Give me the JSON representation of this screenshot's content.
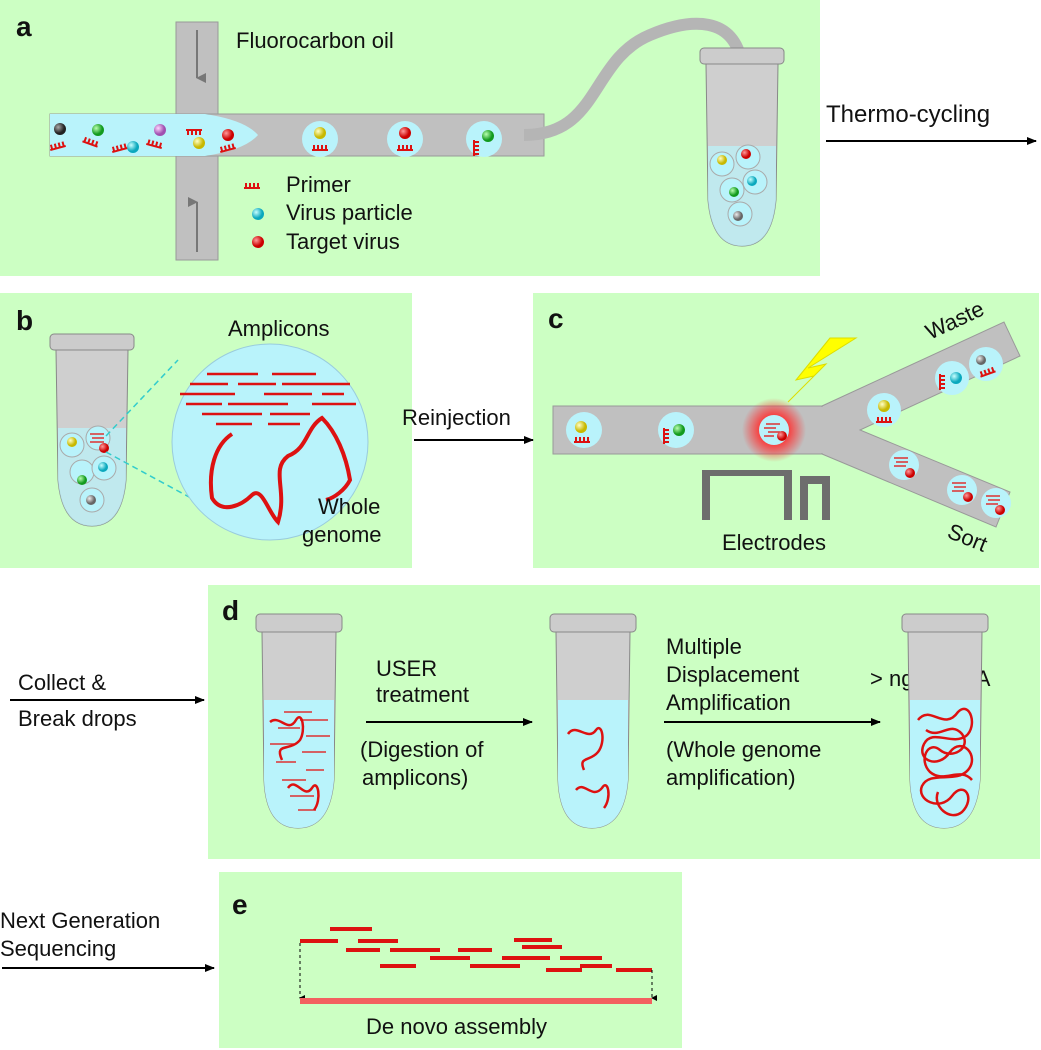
{
  "panels": {
    "a": {
      "letter": "a",
      "oil_label": "Fluorocarbon oil",
      "legend": {
        "primer": "Primer",
        "virus_particle": "Virus particle",
        "target_virus": "Target virus"
      }
    },
    "b": {
      "letter": "b",
      "amplicons": "Amplicons",
      "whole_1": "Whole",
      "whole_2": "genome"
    },
    "c": {
      "letter": "c",
      "waste": "Waste",
      "sort": "Sort",
      "electrodes": "Electrodes"
    },
    "d": {
      "letter": "d",
      "user_1": "USER",
      "user_2": "treatment",
      "digest_1": "(Digestion of",
      "digest_2": "amplicons)",
      "mda_1": "Multiple",
      "mda_2": "Displacement",
      "mda_3": "Amplification",
      "wga_1": "(Whole genome",
      "wga_2": "amplification)",
      "ng": "> ng of DNA"
    },
    "e": {
      "letter": "e",
      "assembly": "De novo assembly"
    }
  },
  "arrows": {
    "thermo": "Thermo-cycling",
    "reinjection": "Reinjection",
    "collect_1": "Collect &",
    "collect_2": "Break drops",
    "ngs_1": "Next Generation",
    "ngs_2": "Sequencing"
  },
  "colors": {
    "panel_bg": "#ccffc3",
    "channel": "#c0c0c0",
    "droplet": "#b9f3fb",
    "red": "#dd1111",
    "virus_cyan": "#19c9d6",
    "virus_green": "#22b02a",
    "virus_yellow": "#e5dd00",
    "virus_gray": "#8a8a8a",
    "virus_purple": "#c27ad0",
    "lightning": "#ffff00"
  }
}
